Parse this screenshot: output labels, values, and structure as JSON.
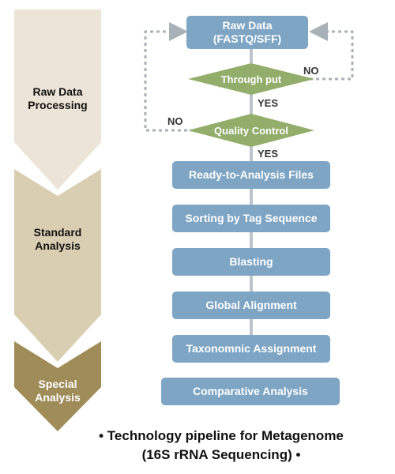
{
  "stages": [
    {
      "line1": "Raw Data",
      "line2": "Processing",
      "color": "#ece4d6"
    },
    {
      "line1": "Standard",
      "line2": "Analysis",
      "color": "#d9cdb2"
    },
    {
      "line1": "Special",
      "line2": "Analysis",
      "color": "#a08c59"
    }
  ],
  "flow": {
    "raw_data_line1": "Raw Data",
    "raw_data_line2": "(FASTQ/SFF)",
    "throughput": "Through put",
    "quality_control": "Quality Control",
    "steps": [
      "Ready-to-Analysis Files",
      "Sorting by Tag Sequence",
      "Blasting",
      "Global Alignment",
      "Taxonomnic Assignment",
      "Comparative Analysis"
    ],
    "yes_label": "YES",
    "no_label": "NO"
  },
  "caption": {
    "line1": "• Technology  pipeline for Metagenome",
    "line2": "(16S rRNA Sequencing) •"
  },
  "colors": {
    "box_blue": "#7ea5c4",
    "diamond_green": "#93ad6b",
    "arrow_gray": "#bcc4cc",
    "dotted_gray": "#a9b1b8"
  }
}
